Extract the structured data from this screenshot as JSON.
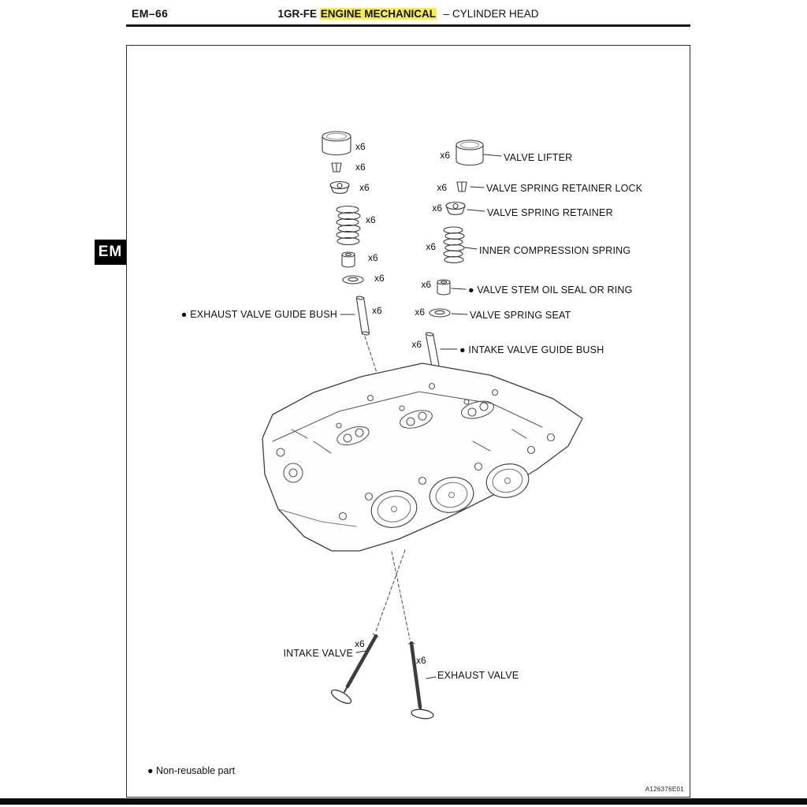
{
  "header": {
    "page_code": "EM–66",
    "title_prefix": "1GR-FE",
    "title_highlighted": "ENGINE MECHANICAL",
    "title_rest": "–  CYLINDER HEAD",
    "side_tab": "EM"
  },
  "diagram": {
    "exhaust_column": {
      "qty": [
        "x6",
        "x6",
        "x6",
        "x6",
        "x6",
        "x6",
        "x6"
      ],
      "guide_bush_label": "● EXHAUST VALVE GUIDE BUSH"
    },
    "intake_column": {
      "items": [
        {
          "qty": "x6",
          "label": "VALVE LIFTER"
        },
        {
          "qty": "x6",
          "label": "VALVE SPRING RETAINER LOCK"
        },
        {
          "qty": "x6",
          "label": "VALVE SPRING RETAINER"
        },
        {
          "qty": "x6",
          "label": "INNER COMPRESSION SPRING"
        },
        {
          "qty": "x6",
          "label": "● VALVE STEM OIL SEAL OR RING"
        },
        {
          "qty": "x6",
          "label": "VALVE SPRING SEAT"
        },
        {
          "qty": "x6",
          "label": "● INTAKE VALVE GUIDE BUSH"
        }
      ]
    },
    "valves": {
      "intake": {
        "qty": "x6",
        "label": "INTAKE VALVE"
      },
      "exhaust": {
        "qty": "x6",
        "label": "EXHAUST VALVE"
      }
    },
    "legend": "● Non-reusable part",
    "figure_code": "A126376E01"
  }
}
